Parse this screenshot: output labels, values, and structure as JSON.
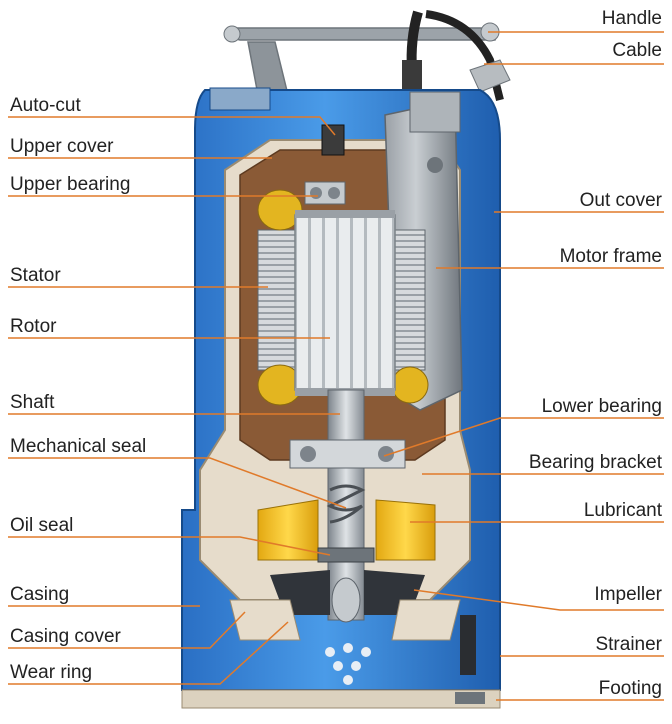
{
  "labels_left": [
    {
      "id": "auto-cut",
      "text": "Auto-cut"
    },
    {
      "id": "upper-cover",
      "text": "Upper cover"
    },
    {
      "id": "upper-bearing",
      "text": "Upper bearing"
    },
    {
      "id": "stator",
      "text": "Stator"
    },
    {
      "id": "rotor",
      "text": "Rotor"
    },
    {
      "id": "shaft",
      "text": "Shaft"
    },
    {
      "id": "mechanical-seal",
      "text": "Mechanical seal"
    },
    {
      "id": "oil-seal",
      "text": "Oil seal"
    },
    {
      "id": "casing",
      "text": "Casing"
    },
    {
      "id": "casing-cover",
      "text": "Casing cover"
    },
    {
      "id": "wear-ring",
      "text": "Wear ring"
    }
  ],
  "labels_right": [
    {
      "id": "handle",
      "text": "Handle"
    },
    {
      "id": "cable",
      "text": "Cable"
    },
    {
      "id": "out-cover",
      "text": "Out cover"
    },
    {
      "id": "motor-frame",
      "text": "Motor frame"
    },
    {
      "id": "lower-bearing",
      "text": "Lower bearing"
    },
    {
      "id": "bearing-bracket",
      "text": "Bearing bracket"
    },
    {
      "id": "lubricant",
      "text": "Lubricant"
    },
    {
      "id": "impeller",
      "text": "Impeller"
    },
    {
      "id": "strainer",
      "text": "Strainer"
    },
    {
      "id": "footing",
      "text": "Footing"
    }
  ],
  "colors": {
    "leader": "#e07a2a",
    "pump_blue": "#2f7ed8",
    "pump_blue_dark": "#1c5fb0",
    "casting": "#e6dccb",
    "motor_brown": "#8a5a36",
    "oil_yellow": "#f2c21c",
    "steel": "#a7adb3"
  }
}
